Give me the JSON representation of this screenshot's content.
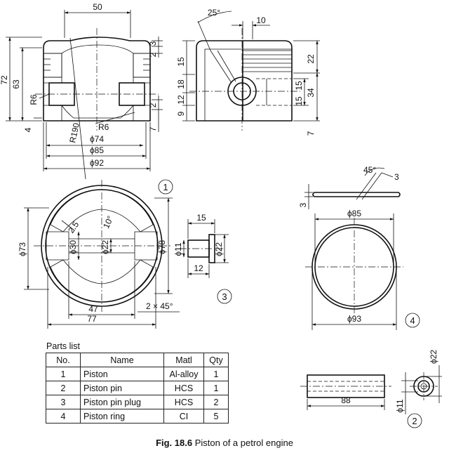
{
  "figure": {
    "caption_label": "Fig. 18.6",
    "caption_text": "Piston of a petrol engine"
  },
  "views": {
    "view1": {
      "marker": "1",
      "front": {
        "dim_top": "50",
        "dim_72": "72",
        "dim_63": "63",
        "dim_r6_left": "R6",
        "dim_4": "4",
        "dim_r190": "R190",
        "dim_r6_bottom": "R6",
        "dim_phi74": "ϕ74",
        "dim_phi85": "ϕ85",
        "dim_phi92": "ϕ92",
        "dim_3": "3",
        "dim_2a": "2",
        "dim_2b": "2",
        "dim_7": "7"
      },
      "side": {
        "angle": "25°",
        "dim_10": "10",
        "dim_15a": "15",
        "dim_18": "18",
        "dim_12": "12",
        "dim_9": "9",
        "dim_22": "22",
        "dim_15b": "15",
        "dim_34": "34",
        "dim_15c": "15",
        "dim_7": "7"
      },
      "plan": {
        "dim_2_5": "2.5",
        "dim_10deg": "10°",
        "dim_phi73": "ϕ73",
        "dim_phi30": "ϕ30",
        "dim_phi22": "ϕ22",
        "dim_phi78": "ϕ78",
        "dim_47": "47",
        "dim_77": "77",
        "dim_chamfer": "2 × 45°"
      }
    },
    "view3": {
      "marker": "3",
      "dim_15": "15",
      "dim_phi11": "ϕ11",
      "dim_phi22": "ϕ22",
      "dim_12": "12"
    },
    "view4": {
      "marker": "4",
      "dim_45deg": "45°",
      "dim_3a": "3",
      "dim_3b": "3",
      "dim_phi85": "ϕ85",
      "dim_phi93": "ϕ93"
    },
    "view2": {
      "marker": "2",
      "dim_88": "88",
      "dim_phi11": "ϕ11",
      "dim_phi22": "ϕ22"
    }
  },
  "parts_list": {
    "title": "Parts list",
    "headers": [
      "No.",
      "Name",
      "Matl",
      "Qty"
    ],
    "rows": [
      [
        "1",
        "Piston",
        "Al-alloy",
        "1"
      ],
      [
        "2",
        "Piston pin",
        "HCS",
        "1"
      ],
      [
        "3",
        "Piston pin plug",
        "HCS",
        "2"
      ],
      [
        "4",
        "Piston ring",
        "CI",
        "5"
      ]
    ]
  }
}
